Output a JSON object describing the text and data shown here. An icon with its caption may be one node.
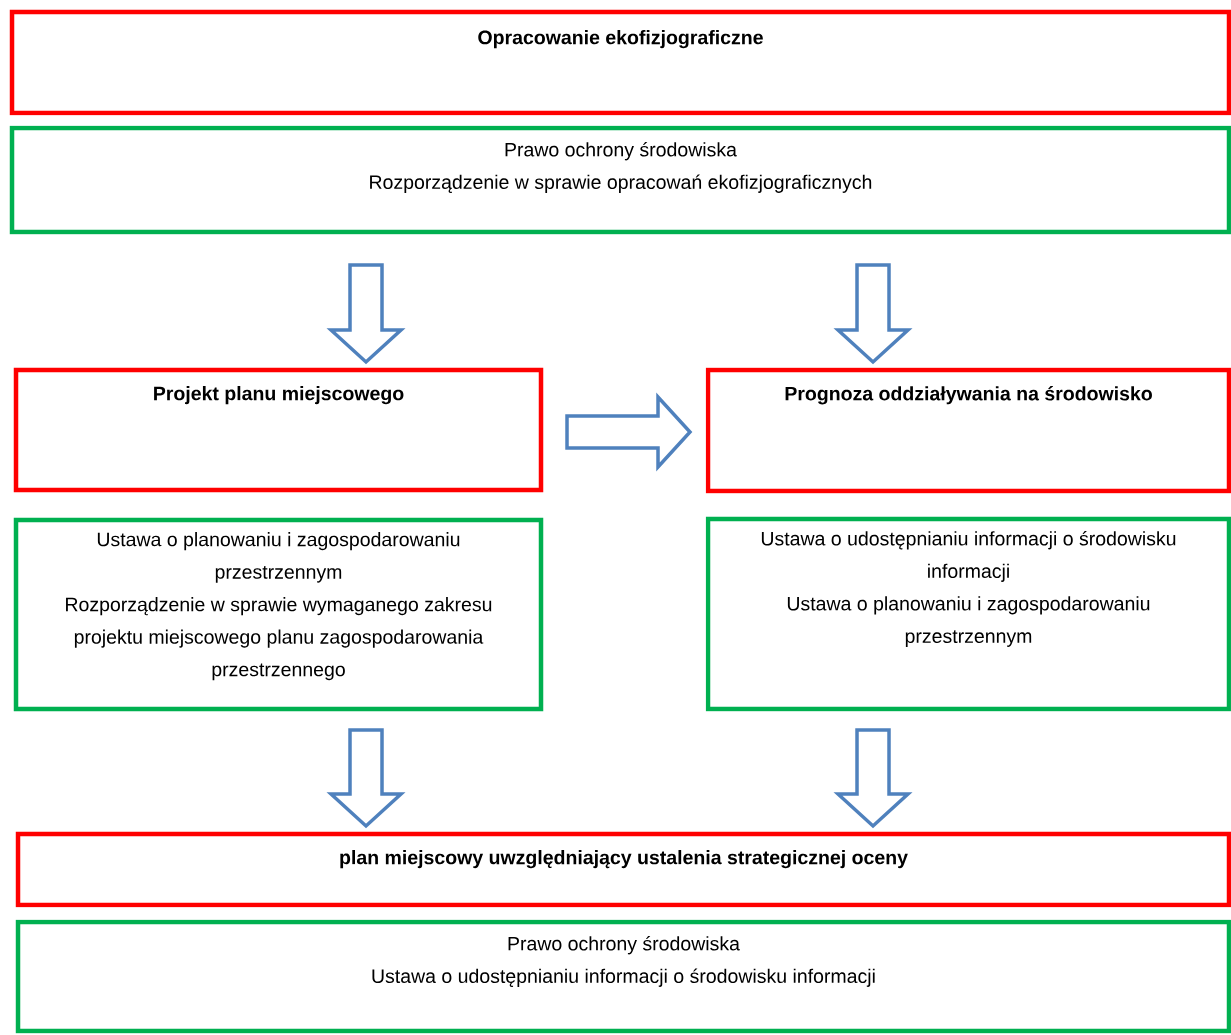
{
  "diagram": {
    "nodes": [
      {
        "text": [
          "Opracowanie ekofizjograficzne"
        ]
      },
      {
        "text": [
          "Prawo ochrony środowiska",
          "Rozporządzenie w sprawie opracowań ekofizjograficznych"
        ]
      },
      {
        "text": [
          "Projekt planu miejscowego"
        ]
      },
      {
        "text": [
          "Prognoza oddziaływania na środowisko"
        ]
      },
      {
        "text": [
          "Ustawa o planowaniu i zagospodarowaniu przestrzennym",
          "Rozporządzenie w sprawie wymaganego zakresu projektu miejscowego planu zagospodarowania przestrzennego"
        ]
      },
      {
        "text": [
          "Ustawa o udostępnianiu informacji o środowisku informacji",
          "Ustawa o planowaniu i zagospodarowaniu przestrzennym"
        ]
      },
      {
        "text": [
          "plan miejscowy uwzględniający ustalenia strategicznej oceny"
        ]
      },
      {
        "text": [
          "Prawo ochrony środowiska",
          "Ustawa o udostępnianiu informacji o środowisku informacji"
        ]
      }
    ],
    "edges": [
      {
        "from": 1,
        "to": 2,
        "arrow": "to"
      },
      {
        "from": 1,
        "to": 3,
        "arrow": "to"
      },
      {
        "from": 2,
        "to": 3,
        "arrow": "to"
      },
      {
        "from": 4,
        "to": 6,
        "arrow": "to"
      },
      {
        "from": 5,
        "to": 6,
        "arrow": "to"
      }
    ]
  }
}
